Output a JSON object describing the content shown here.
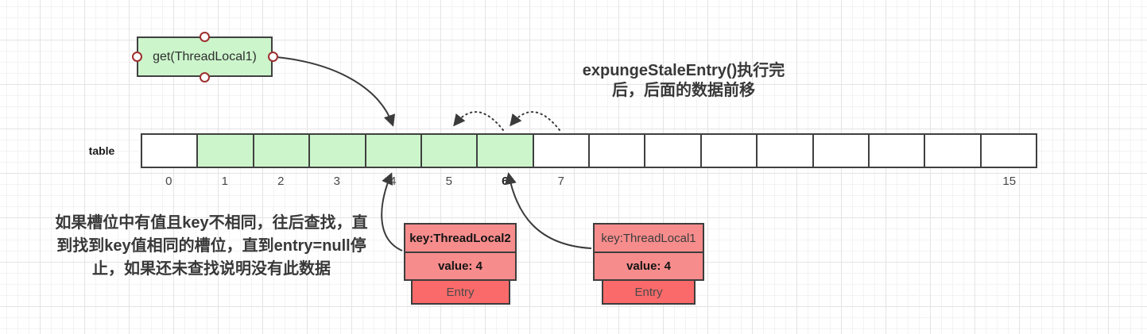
{
  "title": {
    "line1": "expungeStaleEntry()执行完",
    "line2": "后，后面的数据前移"
  },
  "note": {
    "line1": "如果槽位中有值且key不相同，往后查找，直",
    "line2": "到找到key值相同的槽位，直到entry=null停",
    "line3": "止，如果还未查找说明没有此数据"
  },
  "get_box": {
    "label": "get(ThreadLocal1)"
  },
  "table": {
    "label": "table",
    "slot_count": 16,
    "highlighted_cells": [
      1,
      2,
      3,
      4,
      5,
      6
    ],
    "emphasized_index": "6",
    "indices": [
      "0",
      "1",
      "2",
      "3",
      "4",
      "5",
      "6",
      "7",
      "",
      "",
      "",
      "",
      "",
      "",
      "",
      "15"
    ]
  },
  "entries": [
    {
      "key": "key:ThreadLocal2",
      "value": "value: 4",
      "tag": "Entry",
      "points_to_slot": 4
    },
    {
      "key": "key:ThreadLocal1",
      "value": "value: 4",
      "tag": "Entry",
      "points_to_slot": 6
    }
  ],
  "colors": {
    "cell_green": "#ccf5cb",
    "get_box_green": "#ccf5cb",
    "entry_salmon": "#f78c8c",
    "entry_red": "#fa6a6a",
    "shape_border": "#404040",
    "handle_ring": "#9e2f2f",
    "arrow": "#3b3b3b"
  }
}
